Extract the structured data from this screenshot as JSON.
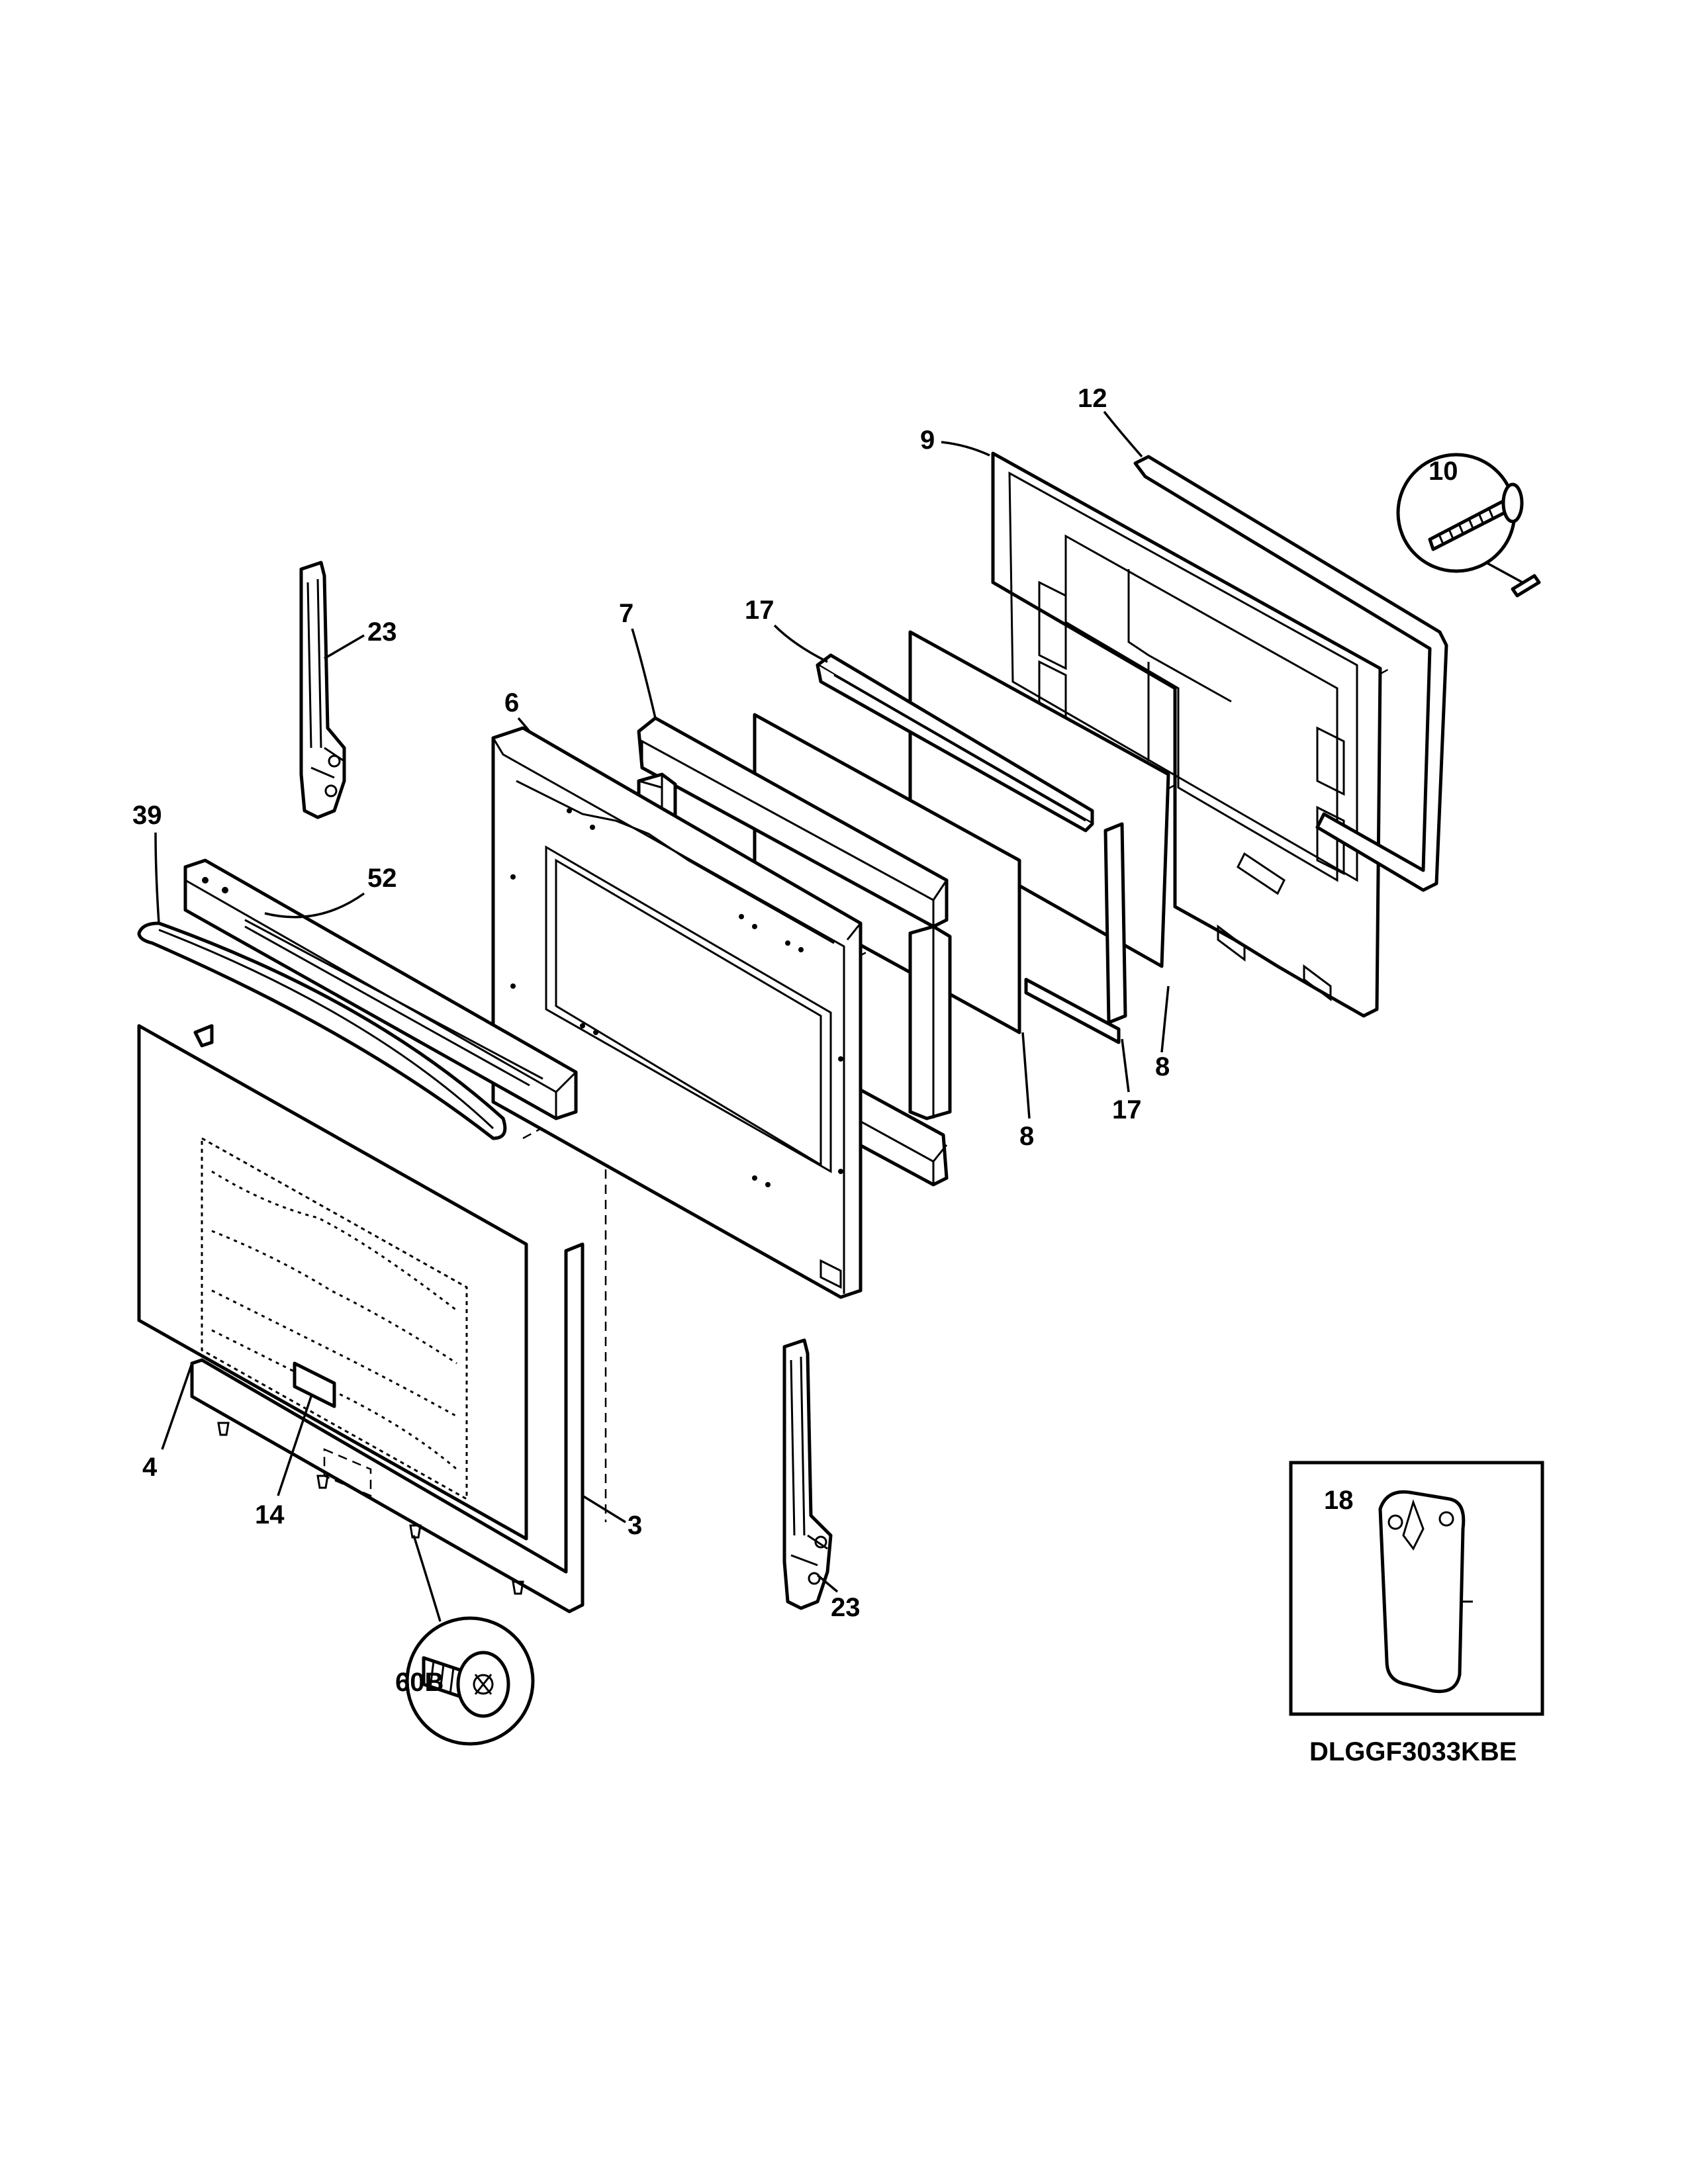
{
  "parts": {
    "p3": "3",
    "p4": "4",
    "p6": "6",
    "p7": "7",
    "p8a": "8",
    "p8b": "8",
    "p9": "9",
    "p10": "10",
    "p12": "12",
    "p14": "14",
    "p17a": "17",
    "p17b": "17",
    "p18": "18",
    "p23a": "23",
    "p23b": "23",
    "p39": "39",
    "p52": "52",
    "p60b": "60B"
  },
  "model_number": "DLGGF3033KBE",
  "icons": [
    "hinge-icon",
    "screw-icon",
    "bolt-icon",
    "hinge-receiver-icon"
  ]
}
